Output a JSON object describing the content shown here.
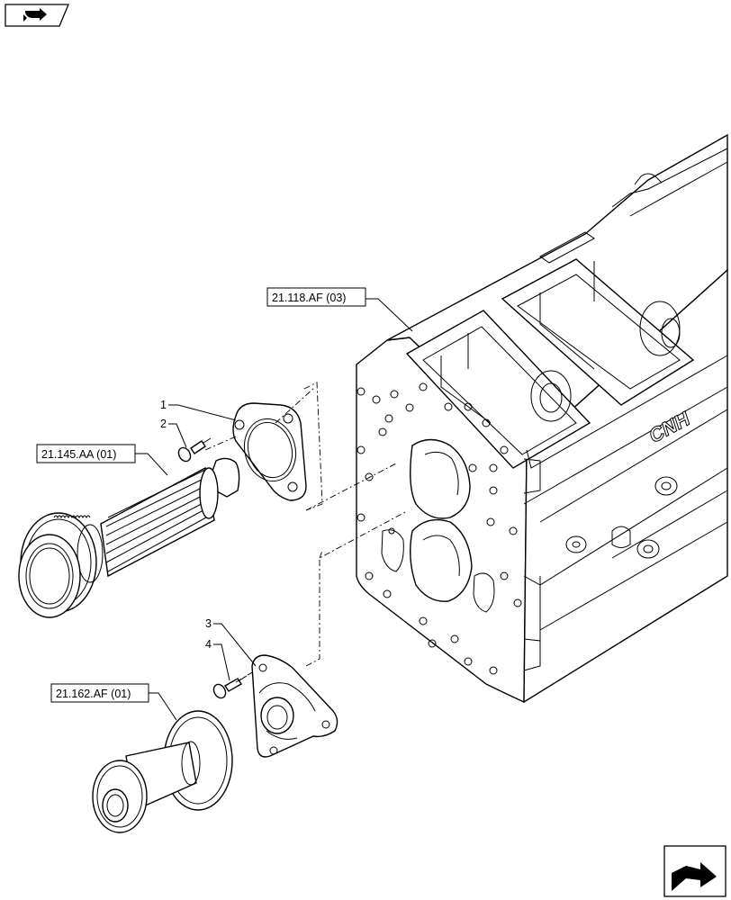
{
  "refs": {
    "housing": "21.118.AF (03)",
    "shaft": "21.145.AA (01)",
    "gear_cluster": "21.162.AF (01)"
  },
  "callouts": [
    "1",
    "2",
    "3",
    "4"
  ],
  "housing_lettering": "CNH",
  "icons": {
    "top_left": "prev-page-icon",
    "bottom_right": "next-page-icon"
  }
}
